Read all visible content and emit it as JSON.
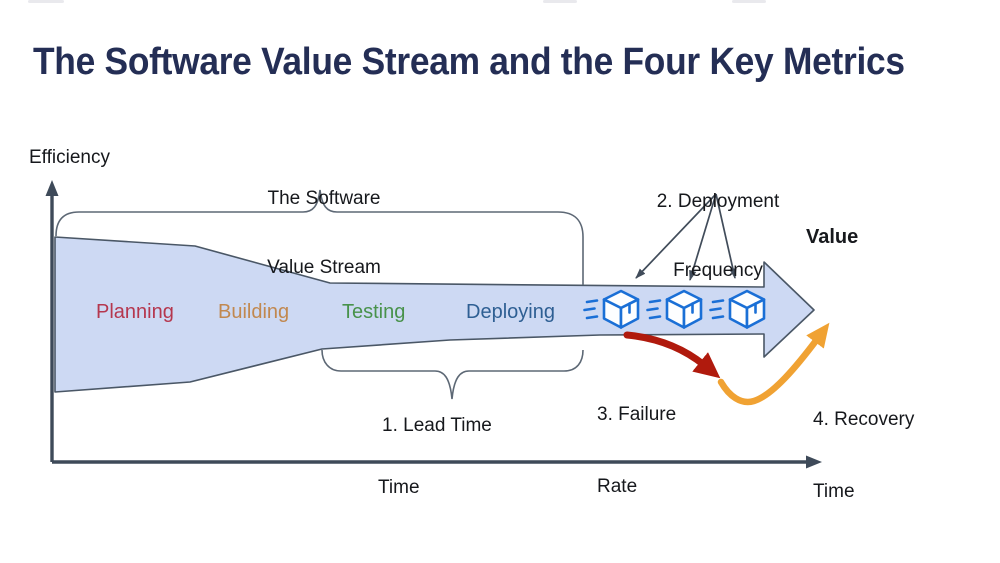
{
  "title": {
    "text": "The Software Value Stream and the Four Key Metrics",
    "color": "#242e55"
  },
  "axes": {
    "y_label": "Efficiency",
    "x_label": "Time",
    "color": "#3e4a59"
  },
  "value_stream": {
    "label_line1": "The Software",
    "label_line2": "Value Stream",
    "fill": "#cdd9f3",
    "stroke": "#4a5766",
    "stages": [
      {
        "name": "Planning",
        "color": "#b5374e"
      },
      {
        "name": "Building",
        "color": "#c1884f"
      },
      {
        "name": "Testing",
        "color": "#48924b"
      },
      {
        "name": "Deploying",
        "color": "#2e5f93"
      }
    ]
  },
  "metrics": {
    "deployment_frequency": {
      "label_line1": "2. Deployment",
      "label_line2": "Frequency"
    },
    "lead_time": {
      "label": "1. Lead Time"
    },
    "failure_rate": {
      "label_line1": "3. Failure",
      "label_line2": "Rate",
      "arrow_color": "#b01a0d"
    },
    "recovery_time": {
      "label_line1": "4. Recovery",
      "label_line2": "Time",
      "arrow_color": "#f0a233"
    }
  },
  "value_label": "Value",
  "packages": {
    "icon": "package-icon",
    "count": 3,
    "color": "#1a6fd6"
  }
}
